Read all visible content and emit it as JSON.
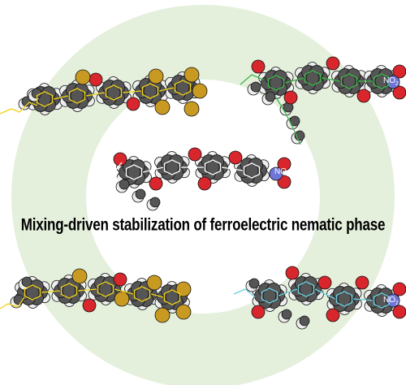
{
  "title": "Mixing-driven stabilization of ferroelectric nematic phase",
  "nitro_label": "NO",
  "nitro_subscript": "2",
  "colors": {
    "ring": "#e4f0dc",
    "carbon": "#555555",
    "oxygen": "#d8262c",
    "hydrogen": "#eeeeee",
    "fluorine": "#c99a22",
    "nitrogen": "#6f74d6",
    "yellow_bonds": "#f1d21a",
    "green_bonds": "#3fb64a",
    "cyan_bonds": "#6ccfe0",
    "white_bonds": "#ffffff"
  },
  "molecules": [
    {
      "name": "fluorinated-molecule-top-left",
      "bond_color": "yellow_bonds"
    },
    {
      "name": "nitro-molecule-top-right",
      "bond_color": "green_bonds"
    },
    {
      "name": "nitro-molecule-center",
      "bond_color": "white_bonds"
    },
    {
      "name": "fluorinated-molecule-bottom-left",
      "bond_color": "yellow_bonds"
    },
    {
      "name": "nitro-molecule-bottom-right",
      "bond_color": "cyan_bonds"
    }
  ]
}
